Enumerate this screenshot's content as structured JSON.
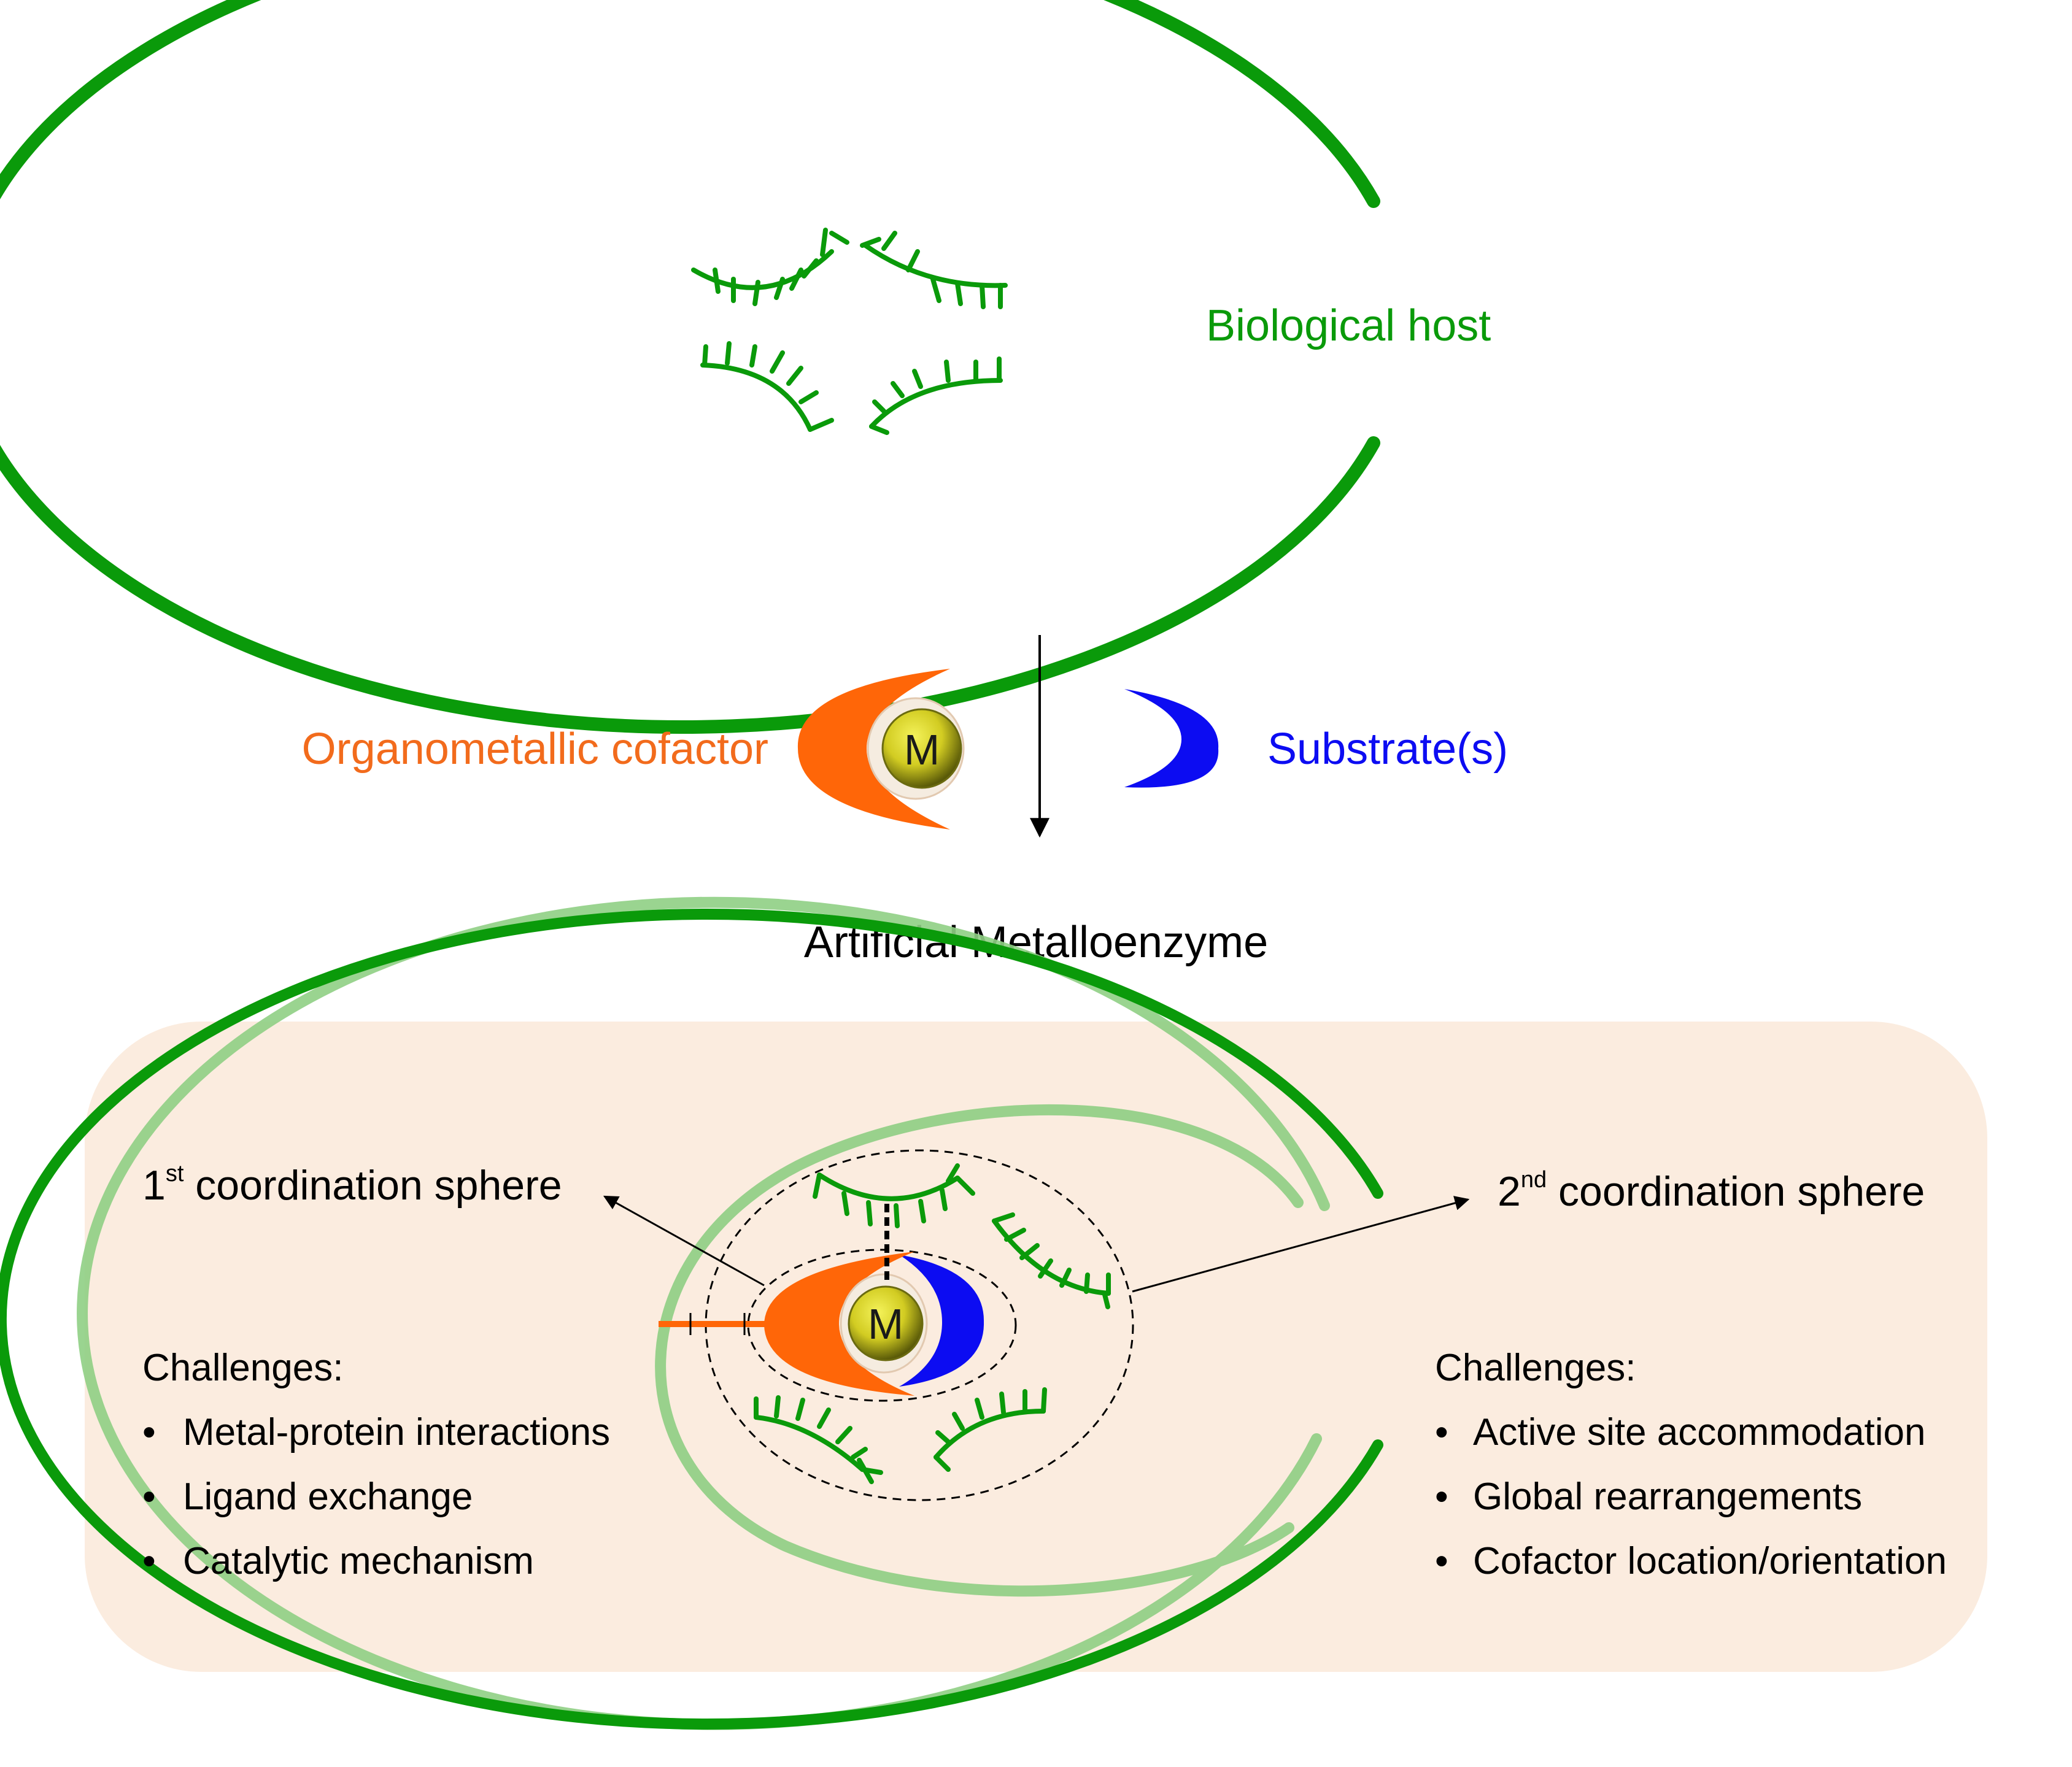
{
  "top": {
    "host_label": "Biological host",
    "cofactor_label": "Organometallic cofactor",
    "substrate_label": "Substrate(s)",
    "metal_symbol": "M"
  },
  "product_label": "Artificial Metalloenzyme",
  "panel": {
    "metal_symbol": "M",
    "left": {
      "sphere_ordinal": "1",
      "sphere_sup": "st",
      "sphere_text": " coordination sphere",
      "challenges_title": "Challenges:",
      "items": [
        "Metal-protein interactions",
        "Ligand exchange",
        "Catalytic mechanism"
      ]
    },
    "right": {
      "sphere_ordinal": "2",
      "sphere_sup": "nd",
      "sphere_text": " coordination sphere",
      "challenges_title": "Challenges:",
      "items": [
        "Active site accommodation",
        "Global rearrangements",
        "Cofactor location/orientation"
      ]
    },
    "bullet": "•"
  },
  "colors": {
    "host_green": "#0a9a0a",
    "host_green_light": "#8fcf84",
    "cofactor_orange": "#ff6608",
    "substrate_blue": "#0c0cf2",
    "panel_bg": "#fbecdf",
    "metal_yellow": "#e8e23a"
  }
}
